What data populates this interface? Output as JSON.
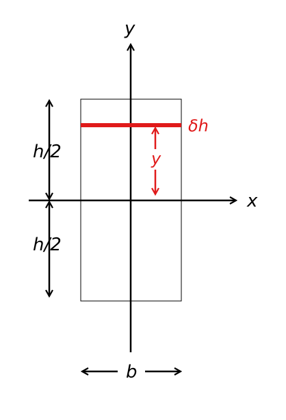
{
  "diagram": {
    "axis_y_label": "y",
    "axis_x_label": "x",
    "half_height_top_label": "h/2",
    "half_height_bottom_label": "h/2",
    "width_label": "b",
    "strip_label": "δh",
    "strip_distance_label": "y"
  },
  "colors": {
    "ink": "#000000",
    "accent": "#e01a1a",
    "background": "#ffffff"
  }
}
